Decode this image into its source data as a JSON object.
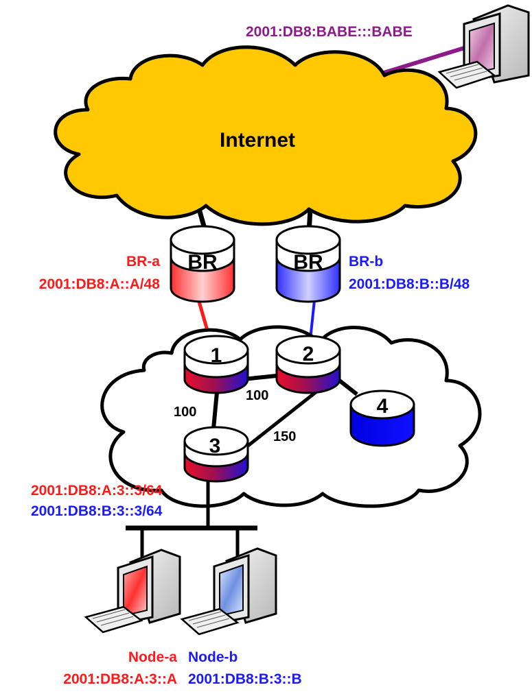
{
  "colors": {
    "red": "#ff1a1a",
    "blue": "#1a1aff",
    "purple": "#8b1a8b",
    "internet_fill": "#ffc800",
    "cloud_fill": "#ffffff",
    "link": "#000000"
  },
  "internet": {
    "label": "Internet"
  },
  "remote_host": {
    "address": "2001:DB8:BABE:::BABE",
    "icon": "computer-icon"
  },
  "border_routers": [
    {
      "id": "br-a",
      "label": "BR",
      "name": "BR-a",
      "prefix": "2001:DB8:A::A/48",
      "color": "red"
    },
    {
      "id": "br-b",
      "label": "BR",
      "name": "BR-b",
      "prefix": "2001:DB8:B::B/48",
      "color": "blue"
    }
  ],
  "routers": [
    {
      "id": "1",
      "label": "1"
    },
    {
      "id": "2",
      "label": "2"
    },
    {
      "id": "3",
      "label": "3"
    },
    {
      "id": "4",
      "label": "4"
    }
  ],
  "link_costs": {
    "r1_r2": "100",
    "r1_r3": "100",
    "r2_r3": "150"
  },
  "router3_addresses": {
    "red": "2001:DB8:A:3::3/64",
    "blue": "2001:DB8:B:3::3/64"
  },
  "nodes": [
    {
      "id": "node-a",
      "name": "Node-a",
      "address": "2001:DB8:A:3::A",
      "color": "red"
    },
    {
      "id": "node-b",
      "name": "Node-b",
      "address": "2001:DB8:B:3::B",
      "color": "blue"
    }
  ]
}
